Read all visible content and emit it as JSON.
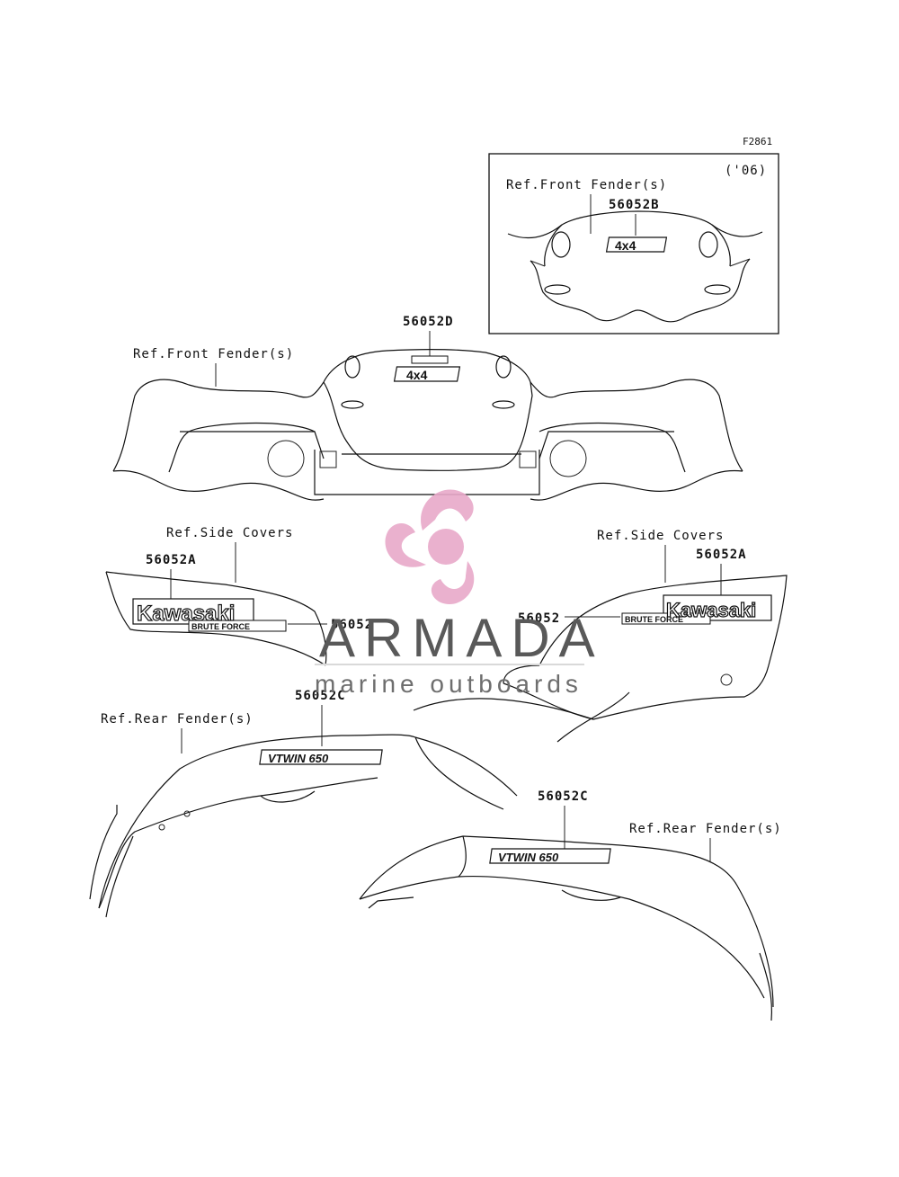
{
  "figure_code": "F2861",
  "inset": {
    "year": "('06)",
    "ref_label": "Ref.Front Fender(s)",
    "part_number": "56052B",
    "decal_text": "4x4"
  },
  "front_fender": {
    "ref_label": "Ref.Front Fender(s)",
    "part_number": "56052D",
    "decal_text": "4x4"
  },
  "side_cover_left": {
    "ref_label": "Ref.Side Covers",
    "part_number_a": "56052A",
    "part_number_b": "56052",
    "brand_text": "Kawasaki",
    "model_text": "BRUTE FORCE"
  },
  "side_cover_right": {
    "ref_label": "Ref.Side Covers",
    "part_number_a": "56052A",
    "part_number_b": "56052",
    "brand_text": "Kawasaki",
    "model_text": "BRUTE FORCE"
  },
  "rear_fender_left": {
    "ref_label": "Ref.Rear Fender(s)",
    "part_number": "56052C",
    "decal_text": "VTWIN 650"
  },
  "rear_fender_right": {
    "ref_label": "Ref.Rear Fender(s)",
    "part_number": "56052C",
    "decal_text": "VTWIN 650"
  },
  "watermark": {
    "title": "ARMADA",
    "subtitle": "marine outboards",
    "accent_color": "#e8a9c9",
    "line_color": "#d9d9d9"
  }
}
